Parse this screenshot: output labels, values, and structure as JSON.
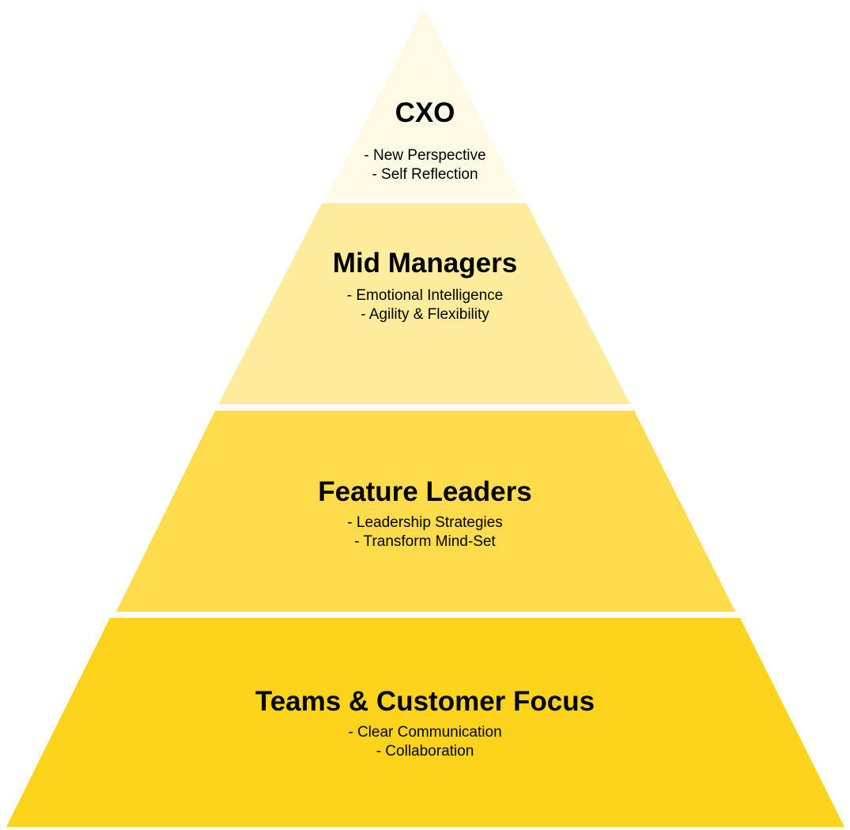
{
  "pyramid": {
    "tiers": [
      {
        "title": "CXO",
        "points": [
          "- New Perspective",
          "- Self Reflection"
        ],
        "color": "#FEFAE6"
      },
      {
        "title": "Mid Managers",
        "points": [
          "- Emotional Intelligence",
          "- Agility & Flexibility"
        ],
        "color": "#FEEC9D"
      },
      {
        "title": "Feature Leaders",
        "points": [
          "- Leadership Strategies",
          "- Transform Mind-Set"
        ],
        "color": "#FEDC4B"
      },
      {
        "title": "Teams & Customer Focus",
        "points": [
          "- Clear Communication",
          "- Collaboration"
        ],
        "color": "#FDD31C"
      }
    ]
  }
}
